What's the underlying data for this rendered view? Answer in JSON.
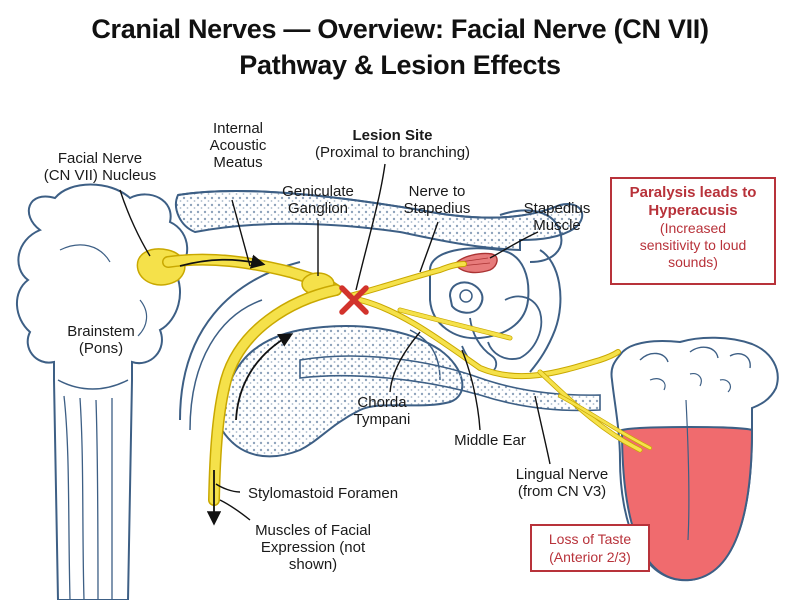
{
  "title": {
    "line1": "Cranial Nerves — Overview: Facial Nerve (CN VII)",
    "line2": "Pathway & Lesion Effects"
  },
  "labels": {
    "nucleus_l1": "Facial Nerve",
    "nucleus_l2": "(CN VII) Nucleus",
    "meatus_l1": "Internal",
    "meatus_l2": "Acoustic",
    "meatus_l3": "Meatus",
    "lesion_title": "Lesion Site",
    "lesion_sub": "(Proximal to branching)",
    "ganglion_l1": "Geniculate",
    "ganglion_l2": "Ganglion",
    "stapedius_nerve_l1": "Nerve to",
    "stapedius_nerve_l2": "Stapedius",
    "stapedius_muscle_l1": "Stapedius",
    "stapedius_muscle_l2": "Muscle",
    "brainstem_l1": "Brainstem",
    "brainstem_l2": "(Pons)",
    "chorda_l1": "Chorda",
    "chorda_l2": "Tympani",
    "middle_ear": "Middle Ear",
    "lingual_l1": "Lingual Nerve",
    "lingual_l2": "(from CN V3)",
    "stylomastoid": "Stylomastoid Foramen",
    "muscles_l1": "Muscles of Facial",
    "muscles_l2": "Expression (not",
    "muscles_l3": "shown)"
  },
  "callouts": {
    "hyperacusis_l1": "Paralysis leads to",
    "hyperacusis_l2": "Hyperacusis",
    "hyperacusis_l3": "(Increased",
    "hyperacusis_l4": "sensitivity to loud",
    "hyperacusis_l5": "sounds)",
    "taste_l1": "Loss of Taste",
    "taste_l2": "(Anterior 2/3)"
  },
  "colors": {
    "nerve_yellow": "#f5e14a",
    "nerve_outline": "#c9a800",
    "outline_blue": "#3d5f85",
    "bone_fill": "#eef3f8",
    "lesion_red": "#d2332c",
    "callout_red": "#b8323a",
    "tongue_red": "#f06b6e",
    "muscle_pink": "#e77b7b"
  },
  "icons": {
    "lesion_marker": "x-mark-icon",
    "direction_arrows": "arrow-icon"
  }
}
